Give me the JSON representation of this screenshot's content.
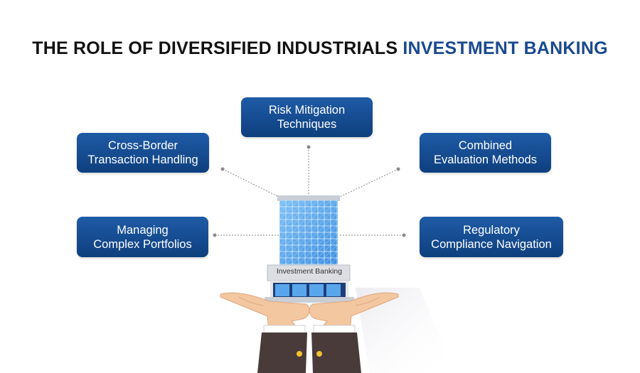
{
  "title": {
    "main": "THE ROLE OF DIVERSIFIED INDUSTRIALS",
    "accent": "INVESTMENT BANKING"
  },
  "nodes": {
    "risk_mitigation": {
      "line1": "Risk Mitigation",
      "line2": "Techniques"
    },
    "cross_border": {
      "line1": "Cross-Border",
      "line2": "Transaction Handling"
    },
    "combined_evaluation": {
      "line1": "Combined",
      "line2": "Evaluation Methods"
    },
    "managing_portfolios": {
      "line1": "Managing",
      "line2": "Complex Portfolios"
    },
    "regulatory": {
      "line1": "Regulatory",
      "line2": "Compliance Navigation"
    }
  },
  "building": {
    "sign": "Investment Banking"
  },
  "colors": {
    "box": "#154a8c",
    "accent": "#1a4a8f",
    "glass": "#4f9be6",
    "skin": "#f3c7a0",
    "sleeve": "#4a3b3b"
  }
}
